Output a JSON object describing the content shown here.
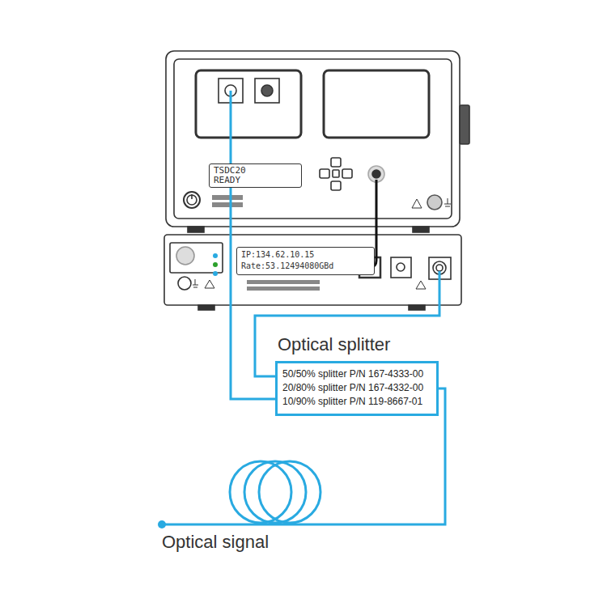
{
  "diagram": {
    "nodes": [
      {
        "text": [
          "TSDC20 READY"
        ]
      },
      {
        "text": [
          "IP:134.62.10.15",
          "Rate:53.12494080GBd"
        ]
      },
      {
        "text": [
          "Optical splitter",
          "50/50% splitter P/N 167-4333-00",
          "20/80% splitter P/N 167-4332-00",
          "10/90% splitter P/N 119-8667-01"
        ]
      }
    ],
    "labels": [
      "Optical signal"
    ]
  }
}
